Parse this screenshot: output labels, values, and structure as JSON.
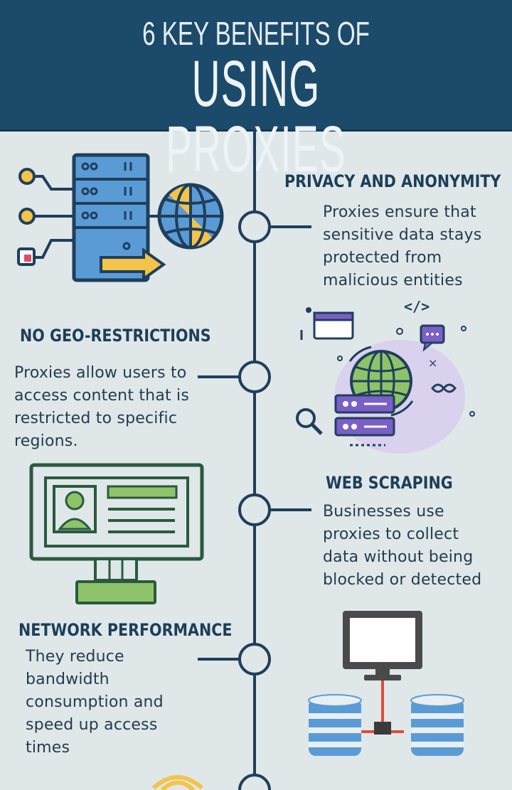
{
  "header": {
    "line1": "6 KEY BENEFITS OF",
    "line2": "USING PROXIES"
  },
  "sections": [
    {
      "heading": "PRIVACY AND ANONYMITY",
      "lines": [
        "Proxies ensure that",
        "sensitive data stays",
        "protected from",
        "malicious entities"
      ]
    },
    {
      "heading": "NO GEO-RESTRICTIONS",
      "lines": [
        "Proxies allow users to",
        "access content that is",
        "restricted to specific",
        "regions."
      ]
    },
    {
      "heading": "WEB SCRAPING",
      "lines": [
        "Businesses use",
        "proxies to collect",
        "data without being",
        "blocked or detected"
      ]
    },
    {
      "heading": "NETWORK PERFORMANCE",
      "lines": [
        "They reduce",
        "bandwidth",
        "consumption and",
        "speed up access",
        "times"
      ]
    }
  ],
  "icons": {
    "server_globe": "server-with-globe-icon",
    "developer_network": "code-network-server-icon",
    "monitor_profile": "monitor-profile-card-icon",
    "monitor_databases": "monitor-connected-databases-icon",
    "wifi": "wifi-icon",
    "code_tag": "</>"
  },
  "colors": {
    "header_bg": "#1c4a6b",
    "page_bg": "#dfe7e9",
    "timeline": "#1f3f5b",
    "accent_blue": "#5b9bd5",
    "accent_green": "#8fc36a",
    "accent_yellow": "#f3c34a",
    "accent_purple": "#7a5fc8"
  }
}
